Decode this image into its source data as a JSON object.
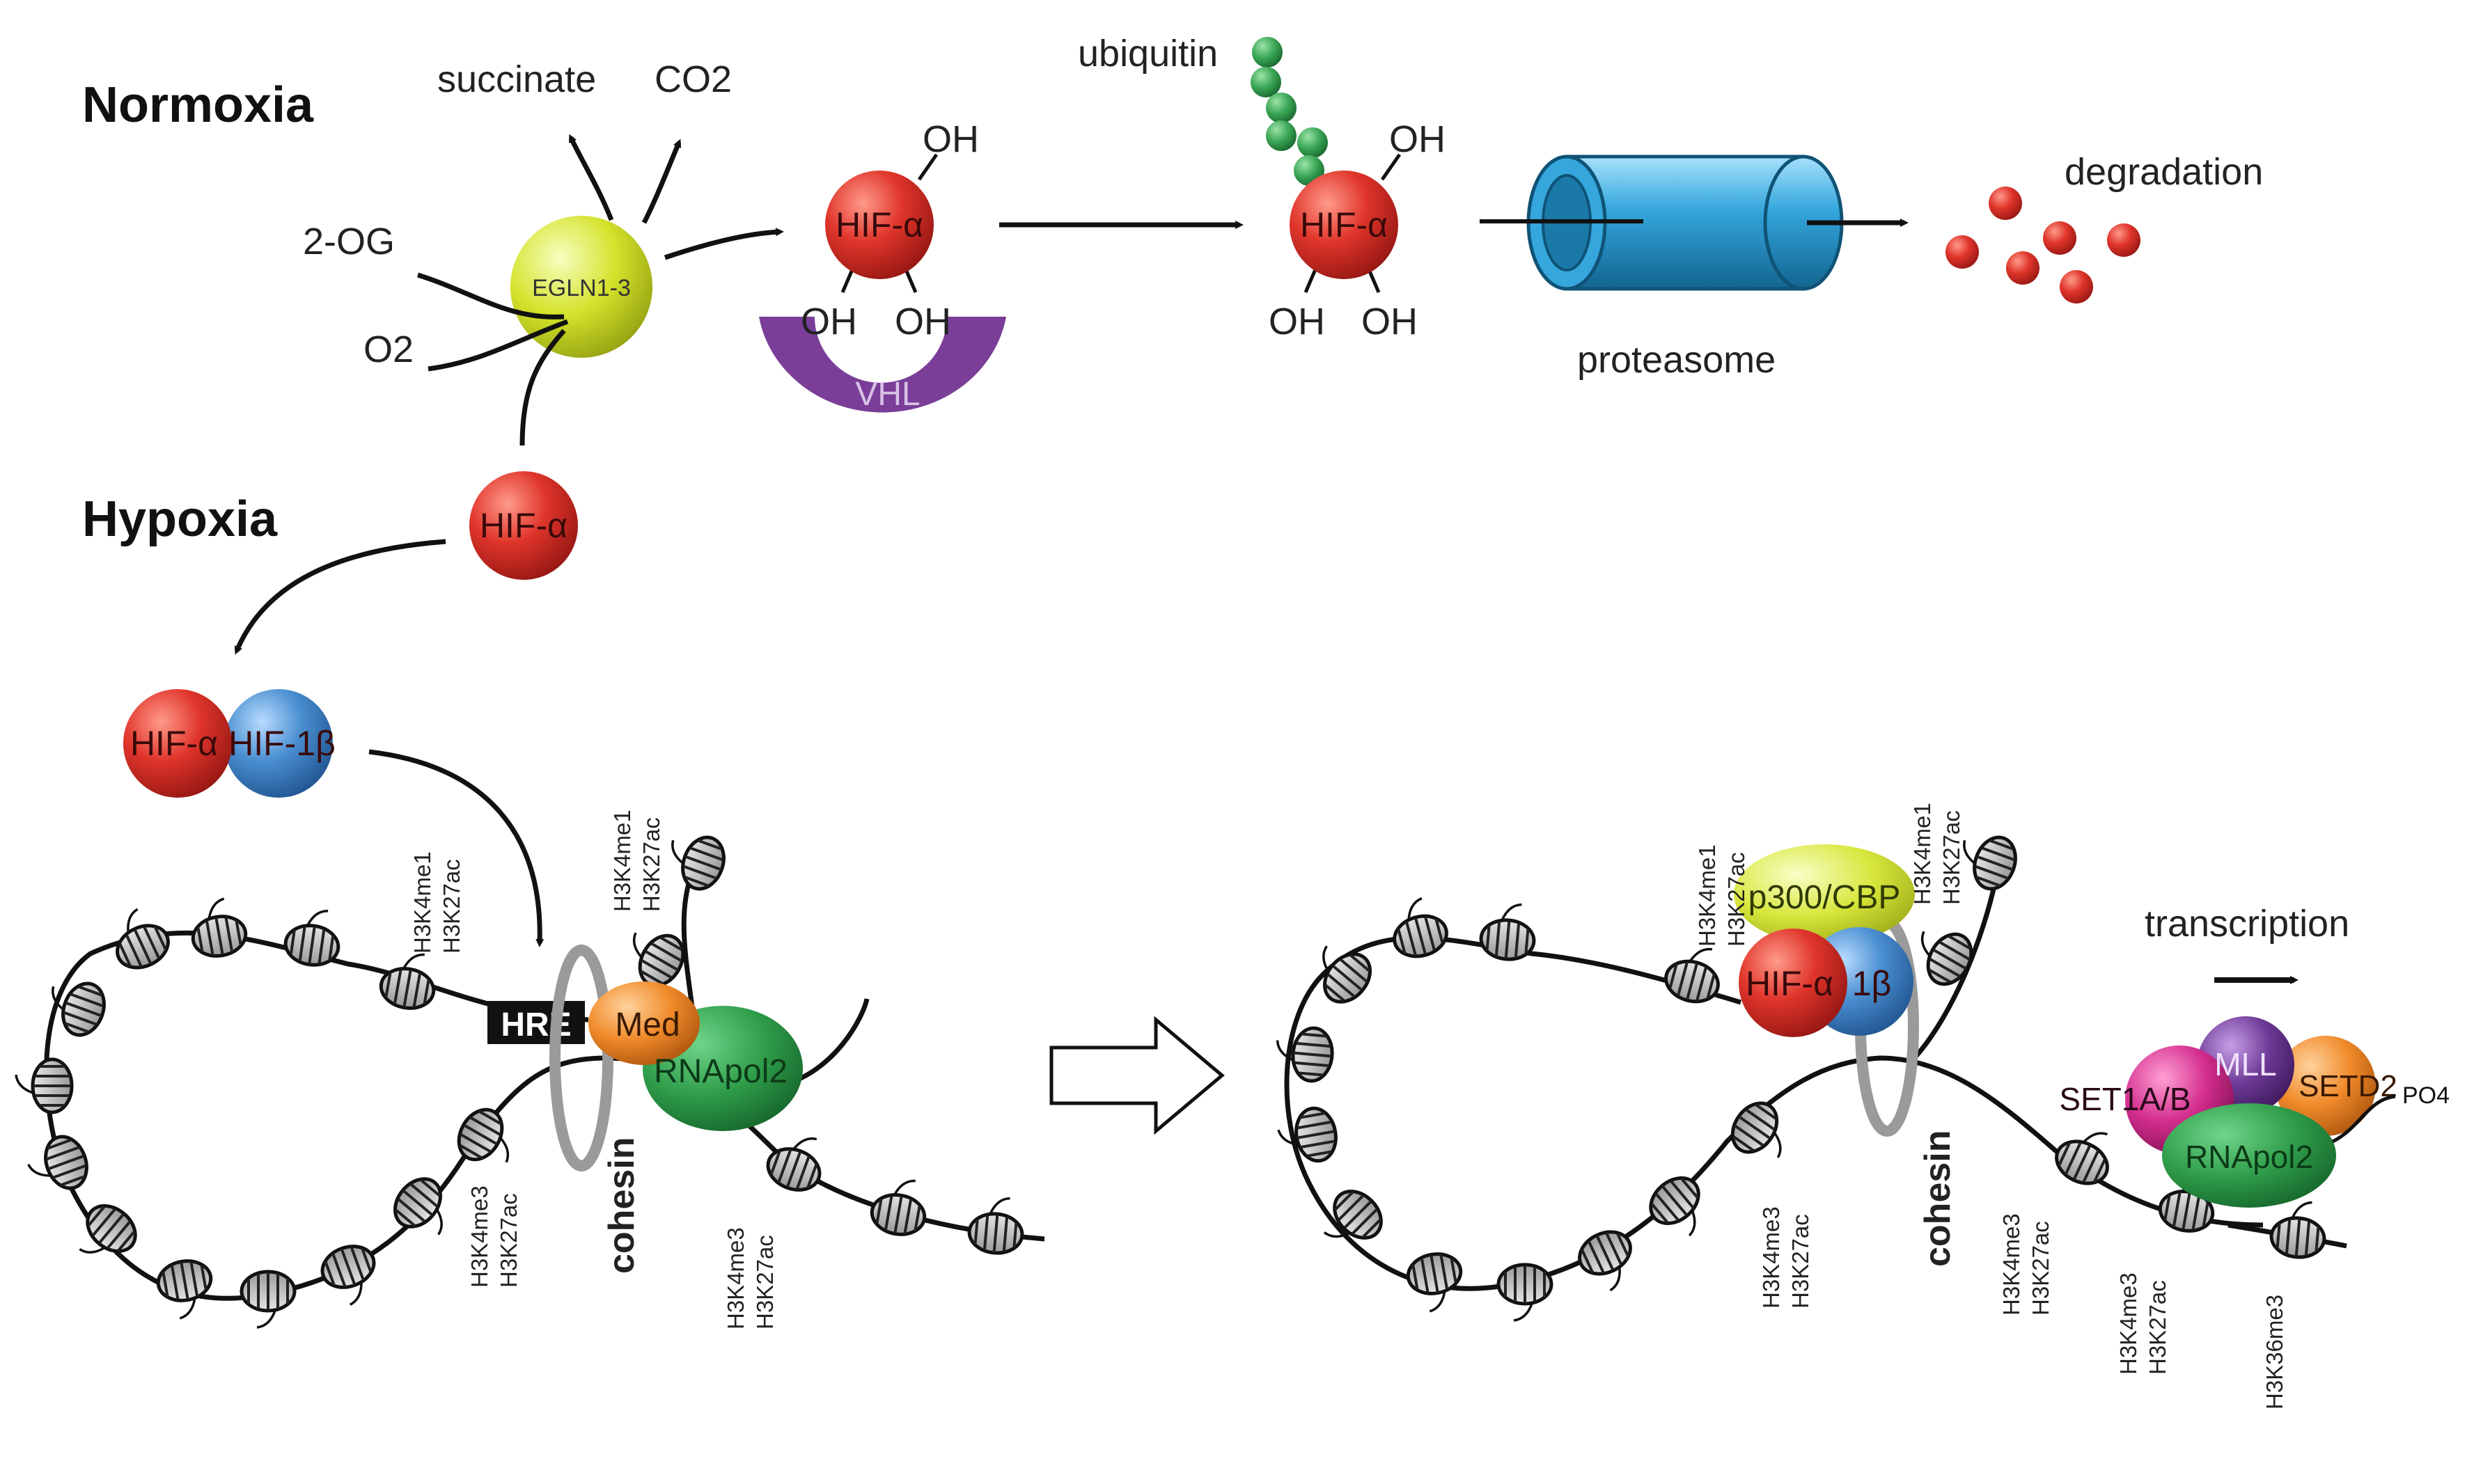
{
  "headings": {
    "normoxia": "Normoxia",
    "hypoxia": "Hypoxia"
  },
  "normoxia": {
    "egln": "EGLN1-3",
    "inputs": [
      "2-OG",
      "O2"
    ],
    "outputs": [
      "succinate",
      "CO2"
    ],
    "hif": "HIF-α",
    "oh": "OH",
    "vhl": "VHL",
    "ubiquitin": "ubiquitin",
    "proteasome": "proteasome",
    "degradation": "degradation"
  },
  "hypoxia": {
    "hif_alpha": "HIF-α",
    "hif_beta": "HIF-1β"
  },
  "left_panel": {
    "hre": "HRE",
    "med": "Med",
    "rnapol": "RNApol2",
    "cohesin": "cohesin",
    "marks": {
      "a1": "H3K4me1",
      "a2": "H3K27ac",
      "b1": "H3K4me1",
      "b2": "H3K27ac",
      "c1": "H3K4me3",
      "c2": "H3K27ac",
      "d1": "H3K4me3",
      "d2": "H3K27ac"
    }
  },
  "right_panel": {
    "p300": "p300/CBP",
    "hif_alpha": "HIF-α",
    "beta": "1β",
    "cohesin": "cohesin",
    "transcription": "transcription",
    "set1": "SET1A/B",
    "mll": "MLL",
    "setd2": "SETD2",
    "rnapol": "RNApol2",
    "po4": "PO4",
    "marks": {
      "a1": "H3K4me1",
      "a2": "H3K27ac",
      "b1": "H3K4me1",
      "b2": "H3K27ac",
      "c1": "H3K4me3",
      "c2": "H3K27ac",
      "d1": "H3K4me3",
      "d2": "H3K27ac",
      "e1": "H3K4me3",
      "e2": "H3K27ac",
      "f1": "H3K36me3"
    }
  },
  "colors": {
    "hif_red": "#e0352b",
    "hif_blue": "#4a8fd1",
    "egln_green": "#d4e22a",
    "vhl_purple": "#7a3e98",
    "proteasome_blue": "#35a7dd",
    "ubiquitin_green": "#3aa655",
    "med_orange": "#f08a2a",
    "rnapol_green": "#2e9c49",
    "p300_yellow": "#d7e63b",
    "set1_magenta": "#d42e8f",
    "mll_purple": "#6d3a96",
    "setd2_orange": "#f0952c"
  }
}
